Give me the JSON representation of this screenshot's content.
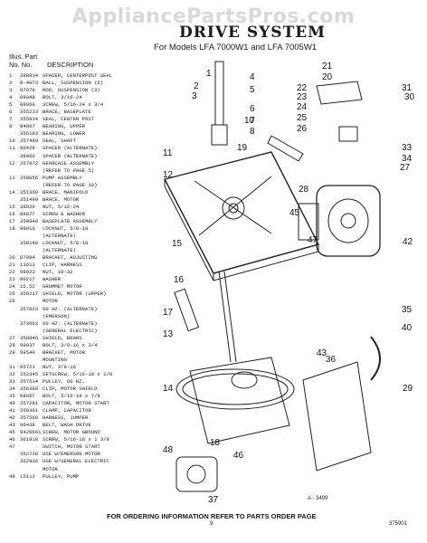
{
  "site": {
    "watermark": "AppliancePartsPros.com"
  },
  "header": {
    "title": "DRIVE SYSTEM",
    "subtitle": "For Models LFA 7000W1 and LFA 7005W1"
  },
  "legend": {
    "illus_label": "Illus. Part",
    "no_label": "No.   No.",
    "description_label": "DESCRIPTION"
  },
  "parts_list": [
    [
      "1",
      "388834",
      "SPACER, CENTERPOST SEAL"
    ],
    [
      "2",
      "9-4073",
      "BALL, SUSPENSION (6)"
    ],
    [
      "3",
      "87979",
      "ROD, SUSPENSION (3)"
    ],
    [
      "4",
      "98948",
      "BOLT, 3/16-24"
    ],
    [
      "5",
      "98060",
      "SCREW, 5/16-24 x 3/4"
    ],
    [
      "6",
      "355233",
      "BRACE, BASEPLATE"
    ],
    [
      "7",
      "355934",
      "SEAL, CENTER POST"
    ],
    [
      "8",
      "94067",
      "BEARING, UPPER"
    ],
    [
      "",
      "356183",
      "BEARING, LOWER"
    ],
    [
      "10",
      "357489",
      "SEAL, SHAFT"
    ],
    [
      "11",
      "90429",
      "SPACER (ALTERNATE)"
    ],
    [
      "",
      "38060",
      "SPACER (ALTERNATE)"
    ],
    [
      "12",
      "357972",
      "GEARCASE ASSEMBLY"
    ],
    [
      "",
      "",
      "(REFER TO PAGE 5)"
    ],
    [
      "13",
      "358056",
      "PUMP ASSEMBLY"
    ],
    [
      "",
      "",
      "(REFER TO PAGE 10)"
    ],
    [
      "14",
      "351360",
      "BRACE, MANIFOLD"
    ],
    [
      "",
      "351499",
      "BRACE, MOTOR"
    ],
    [
      "15",
      "38820",
      "NUT, 5/16-24"
    ],
    [
      "16",
      "98877",
      "SCREW & WASHER"
    ],
    [
      "17",
      "358948",
      "BASEPLATE ASSEMBLY"
    ],
    [
      "18",
      "98016",
      "LOCKNUT, 5/8-18"
    ],
    [
      "",
      "",
      "(ALTERNATE)"
    ],
    [
      "",
      "358140",
      "LOCKNUT, 5/8-18"
    ],
    [
      "",
      "",
      "(ALTERNATE)"
    ],
    [
      "20",
      "87084",
      "BRACKET, ADJUSTING"
    ],
    [
      "21",
      "11613",
      "CLIP, HARNESS"
    ],
    [
      "22",
      "98023",
      "NUT, 10-32"
    ],
    [
      "23",
      "90217",
      "WASHER"
    ],
    [
      "24",
      "15.52",
      "GROMMET MOTOR"
    ],
    [
      "25",
      "356217",
      "SHIELD, MOTOR (UPPER)"
    ],
    [
      "26",
      "",
      "MOTOR"
    ],
    [
      "",
      "357823",
      "60 HZ. (ALTERNATE)"
    ],
    [
      "",
      "",
      "(EMERSON)"
    ],
    [
      "",
      "373663",
      "60 HZ. (ALTERNATE)"
    ],
    [
      "",
      "",
      "(GENERAL ELECTRIC)"
    ],
    [
      "27",
      "358846",
      "SHIELD, BEARS"
    ],
    [
      "28",
      "99037",
      "BOLT, 3/8-16 x 3/4"
    ],
    [
      "29",
      "98549",
      "BRACKET, MOTOR"
    ],
    [
      "",
      "",
      "MOUNTING"
    ],
    [
      "31",
      "95721",
      "NUT, 3/8-16"
    ],
    [
      "32",
      "352345",
      "SETSCREW, 5/16-18 x 1/8"
    ],
    [
      "33",
      "357514",
      "PULLEY, 60 HZ."
    ],
    [
      "34",
      "356388",
      "CLIP, MOTOR SHIELD"
    ],
    [
      "35",
      "98867",
      "BOLT, 5/16-18 x 7/8"
    ],
    [
      "40",
      "357281",
      "CAPACITOR, MOTOR START"
    ],
    [
      "41",
      "350301",
      "CLAMP, CAPACITOR"
    ],
    [
      "42",
      "357560",
      "HARNESS, JUMPER"
    ],
    [
      "43",
      "96438",
      "BELT, WASH DRIVE"
    ],
    [
      "45",
      "9420661",
      "SCREW, MOTOR GROUND"
    ],
    [
      "46",
      "361818",
      "SCREW, 5/16-18 x 1 3/8"
    ],
    [
      "47",
      "",
      "SWITCH, MOTOR START"
    ],
    [
      "",
      "362738",
      "USE W/EMERSON MOTOR"
    ],
    [
      "",
      "362936",
      "USE W/GENERAL ELECTRIC"
    ],
    [
      "",
      "",
      "MOTOR"
    ],
    [
      "48",
      "15113",
      "PULLEY, PUMP"
    ]
  ],
  "callouts": [
    "1",
    "2",
    "3",
    "4",
    "5",
    "6",
    "7",
    "8",
    "10",
    "11",
    "12",
    "13",
    "14",
    "15",
    "16",
    "17",
    "18",
    "19",
    "20",
    "21",
    "22",
    "23",
    "24",
    "25",
    "26",
    "27",
    "28",
    "29",
    "30",
    "31",
    "33",
    "34",
    "35",
    "36",
    "37",
    "40",
    "42",
    "43",
    "45",
    "46",
    "47",
    "48"
  ],
  "footer": {
    "ordering_note": "FOR ORDERING INFORMATION REFER TO PARTS ORDER PAGE",
    "page_number": "9",
    "doc_code": "375901",
    "drawing_code": "A - 3499"
  }
}
